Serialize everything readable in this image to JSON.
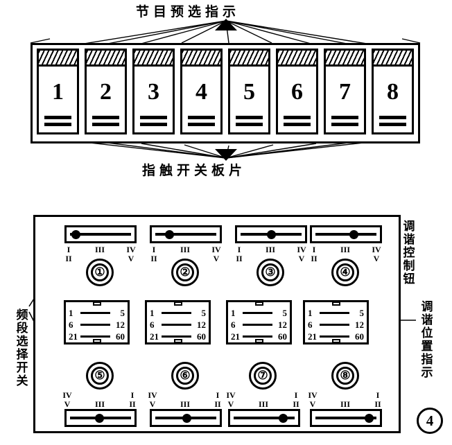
{
  "figure": {
    "number": "④",
    "number_plain": "4"
  },
  "top_section": {
    "caption": "节目预选指示",
    "bottom_caption": "指触开关板片",
    "keys": [
      {
        "label": "1"
      },
      {
        "label": "2"
      },
      {
        "label": "3"
      },
      {
        "label": "4"
      },
      {
        "label": "5"
      },
      {
        "label": "6"
      },
      {
        "label": "7"
      },
      {
        "label": "8"
      }
    ]
  },
  "control_panel": {
    "labels": {
      "left": "频段选择开关",
      "right_top": "调谐控制钮",
      "right_bottom": "调谐位置指示"
    },
    "roman": {
      "left_upper": "I",
      "left_lower": "II",
      "middle": "III",
      "right_upper": "IV",
      "right_lower": "V"
    },
    "top_row": {
      "sliders": [
        {
          "knob_percent": 14
        },
        {
          "knob_percent": 26
        },
        {
          "knob_percent": 50
        },
        {
          "knob_percent": 62
        }
      ],
      "knobs": [
        {
          "label": "①",
          "label_plain": "1"
        },
        {
          "label": "②",
          "label_plain": "2"
        },
        {
          "label": "③",
          "label_plain": "3"
        },
        {
          "label": "④",
          "label_plain": "4"
        }
      ]
    },
    "bottom_row": {
      "sliders": [
        {
          "knob_percent": 48
        },
        {
          "knob_percent": 52
        },
        {
          "knob_percent": 78
        },
        {
          "knob_percent": 84
        }
      ],
      "knobs": [
        {
          "label": "⑤",
          "label_plain": "5"
        },
        {
          "label": "⑥",
          "label_plain": "6"
        },
        {
          "label": "⑦",
          "label_plain": "7"
        },
        {
          "label": "⑧",
          "label_plain": "8"
        }
      ]
    },
    "scale_boxes": [
      {
        "rows": [
          {
            "low": "1",
            "high": "5"
          },
          {
            "low": "6",
            "high": "12"
          },
          {
            "low": "21",
            "high": "60"
          }
        ]
      },
      {
        "rows": [
          {
            "low": "1",
            "high": "5"
          },
          {
            "low": "6",
            "high": "12"
          },
          {
            "low": "21",
            "high": "60"
          }
        ]
      },
      {
        "rows": [
          {
            "low": "1",
            "high": "5"
          },
          {
            "low": "6",
            "high": "12"
          },
          {
            "low": "21",
            "high": "60"
          }
        ]
      },
      {
        "rows": [
          {
            "low": "1",
            "high": "5"
          },
          {
            "low": "6",
            "high": "12"
          },
          {
            "low": "21",
            "high": "60"
          }
        ]
      }
    ]
  },
  "colors": {
    "ink": "#000000",
    "paper": "#ffffff"
  }
}
